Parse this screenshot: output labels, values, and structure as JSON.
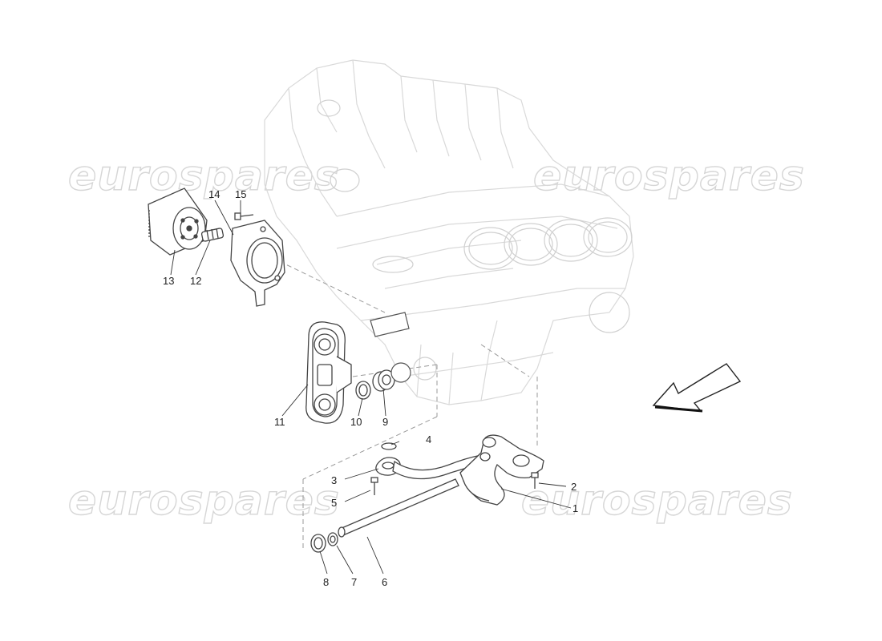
{
  "watermarks": [
    "eurospares",
    "eurospares",
    "eurospares",
    "eurospares"
  ],
  "callouts": [
    "1",
    "2",
    "3",
    "4",
    "5",
    "6",
    "7",
    "8",
    "9",
    "10",
    "11",
    "12",
    "13",
    "14",
    "15"
  ]
}
